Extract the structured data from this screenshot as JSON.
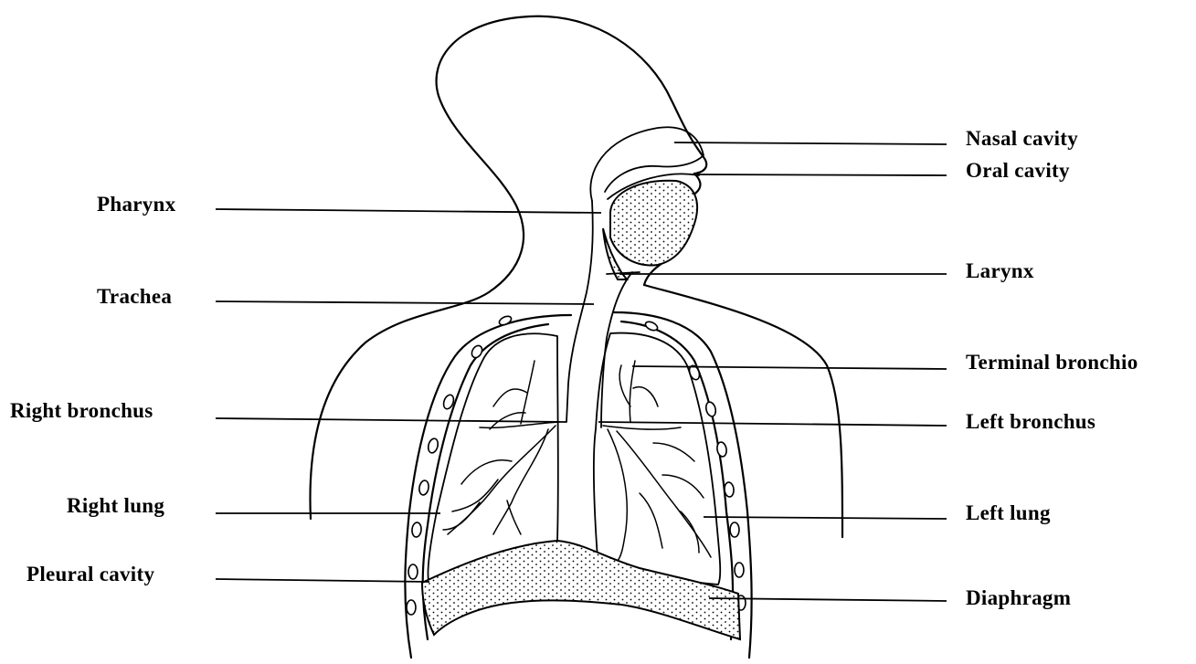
{
  "labels": {
    "nasal_cavity": "Nasal cavity",
    "oral_cavity": "Oral cavity",
    "pharynx": "Pharynx",
    "larynx": "Larynx",
    "trachea": "Trachea",
    "terminal_bronchio": "Terminal bronchio",
    "right_bronchus": "Right bronchus",
    "left_bronchus": "Left bronchus",
    "right_lung": "Right lung",
    "left_lung": "Left lung",
    "pleural_cavity": "Pleural cavity",
    "diaphragm": "Diaphragm"
  },
  "colors": {
    "line": "#000000",
    "background": "#ffffff"
  }
}
